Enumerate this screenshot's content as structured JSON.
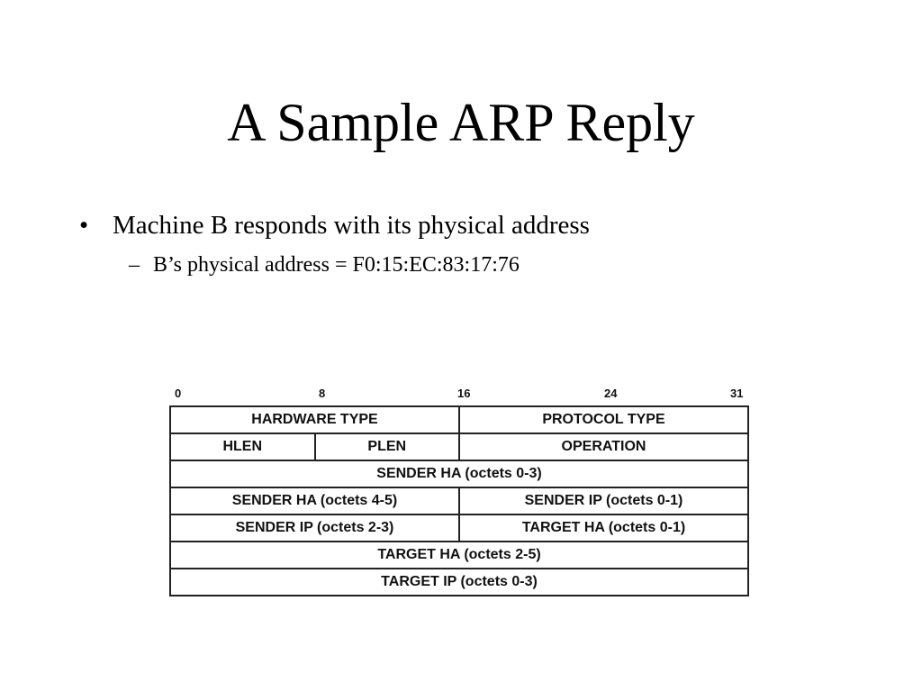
{
  "slide": {
    "title": "A Sample ARP Reply",
    "bullet": {
      "marker": "•",
      "text": "Machine B responds with its physical address"
    },
    "subbullet": {
      "marker": "–",
      "text": "B’s physical address = F0:15:EC:83:17:76"
    }
  },
  "diagram": {
    "bit_labels": [
      "0",
      "8",
      "16",
      "24",
      "31"
    ],
    "rows": [
      [
        "HARDWARE TYPE",
        "PROTOCOL TYPE"
      ],
      [
        "HLEN",
        "PLEN",
        "OPERATION"
      ],
      [
        "SENDER HA (octets 0-3)"
      ],
      [
        "SENDER HA (octets 4-5)",
        "SENDER IP (octets 0-1)"
      ],
      [
        "SENDER IP (octets 2-3)",
        "TARGET HA (octets 0-1)"
      ],
      [
        "TARGET HA (octets 2-5)"
      ],
      [
        "TARGET IP (octets 0-3)"
      ]
    ]
  },
  "colors": {
    "text": "#000000",
    "border": "#222222",
    "background": "#ffffff"
  }
}
